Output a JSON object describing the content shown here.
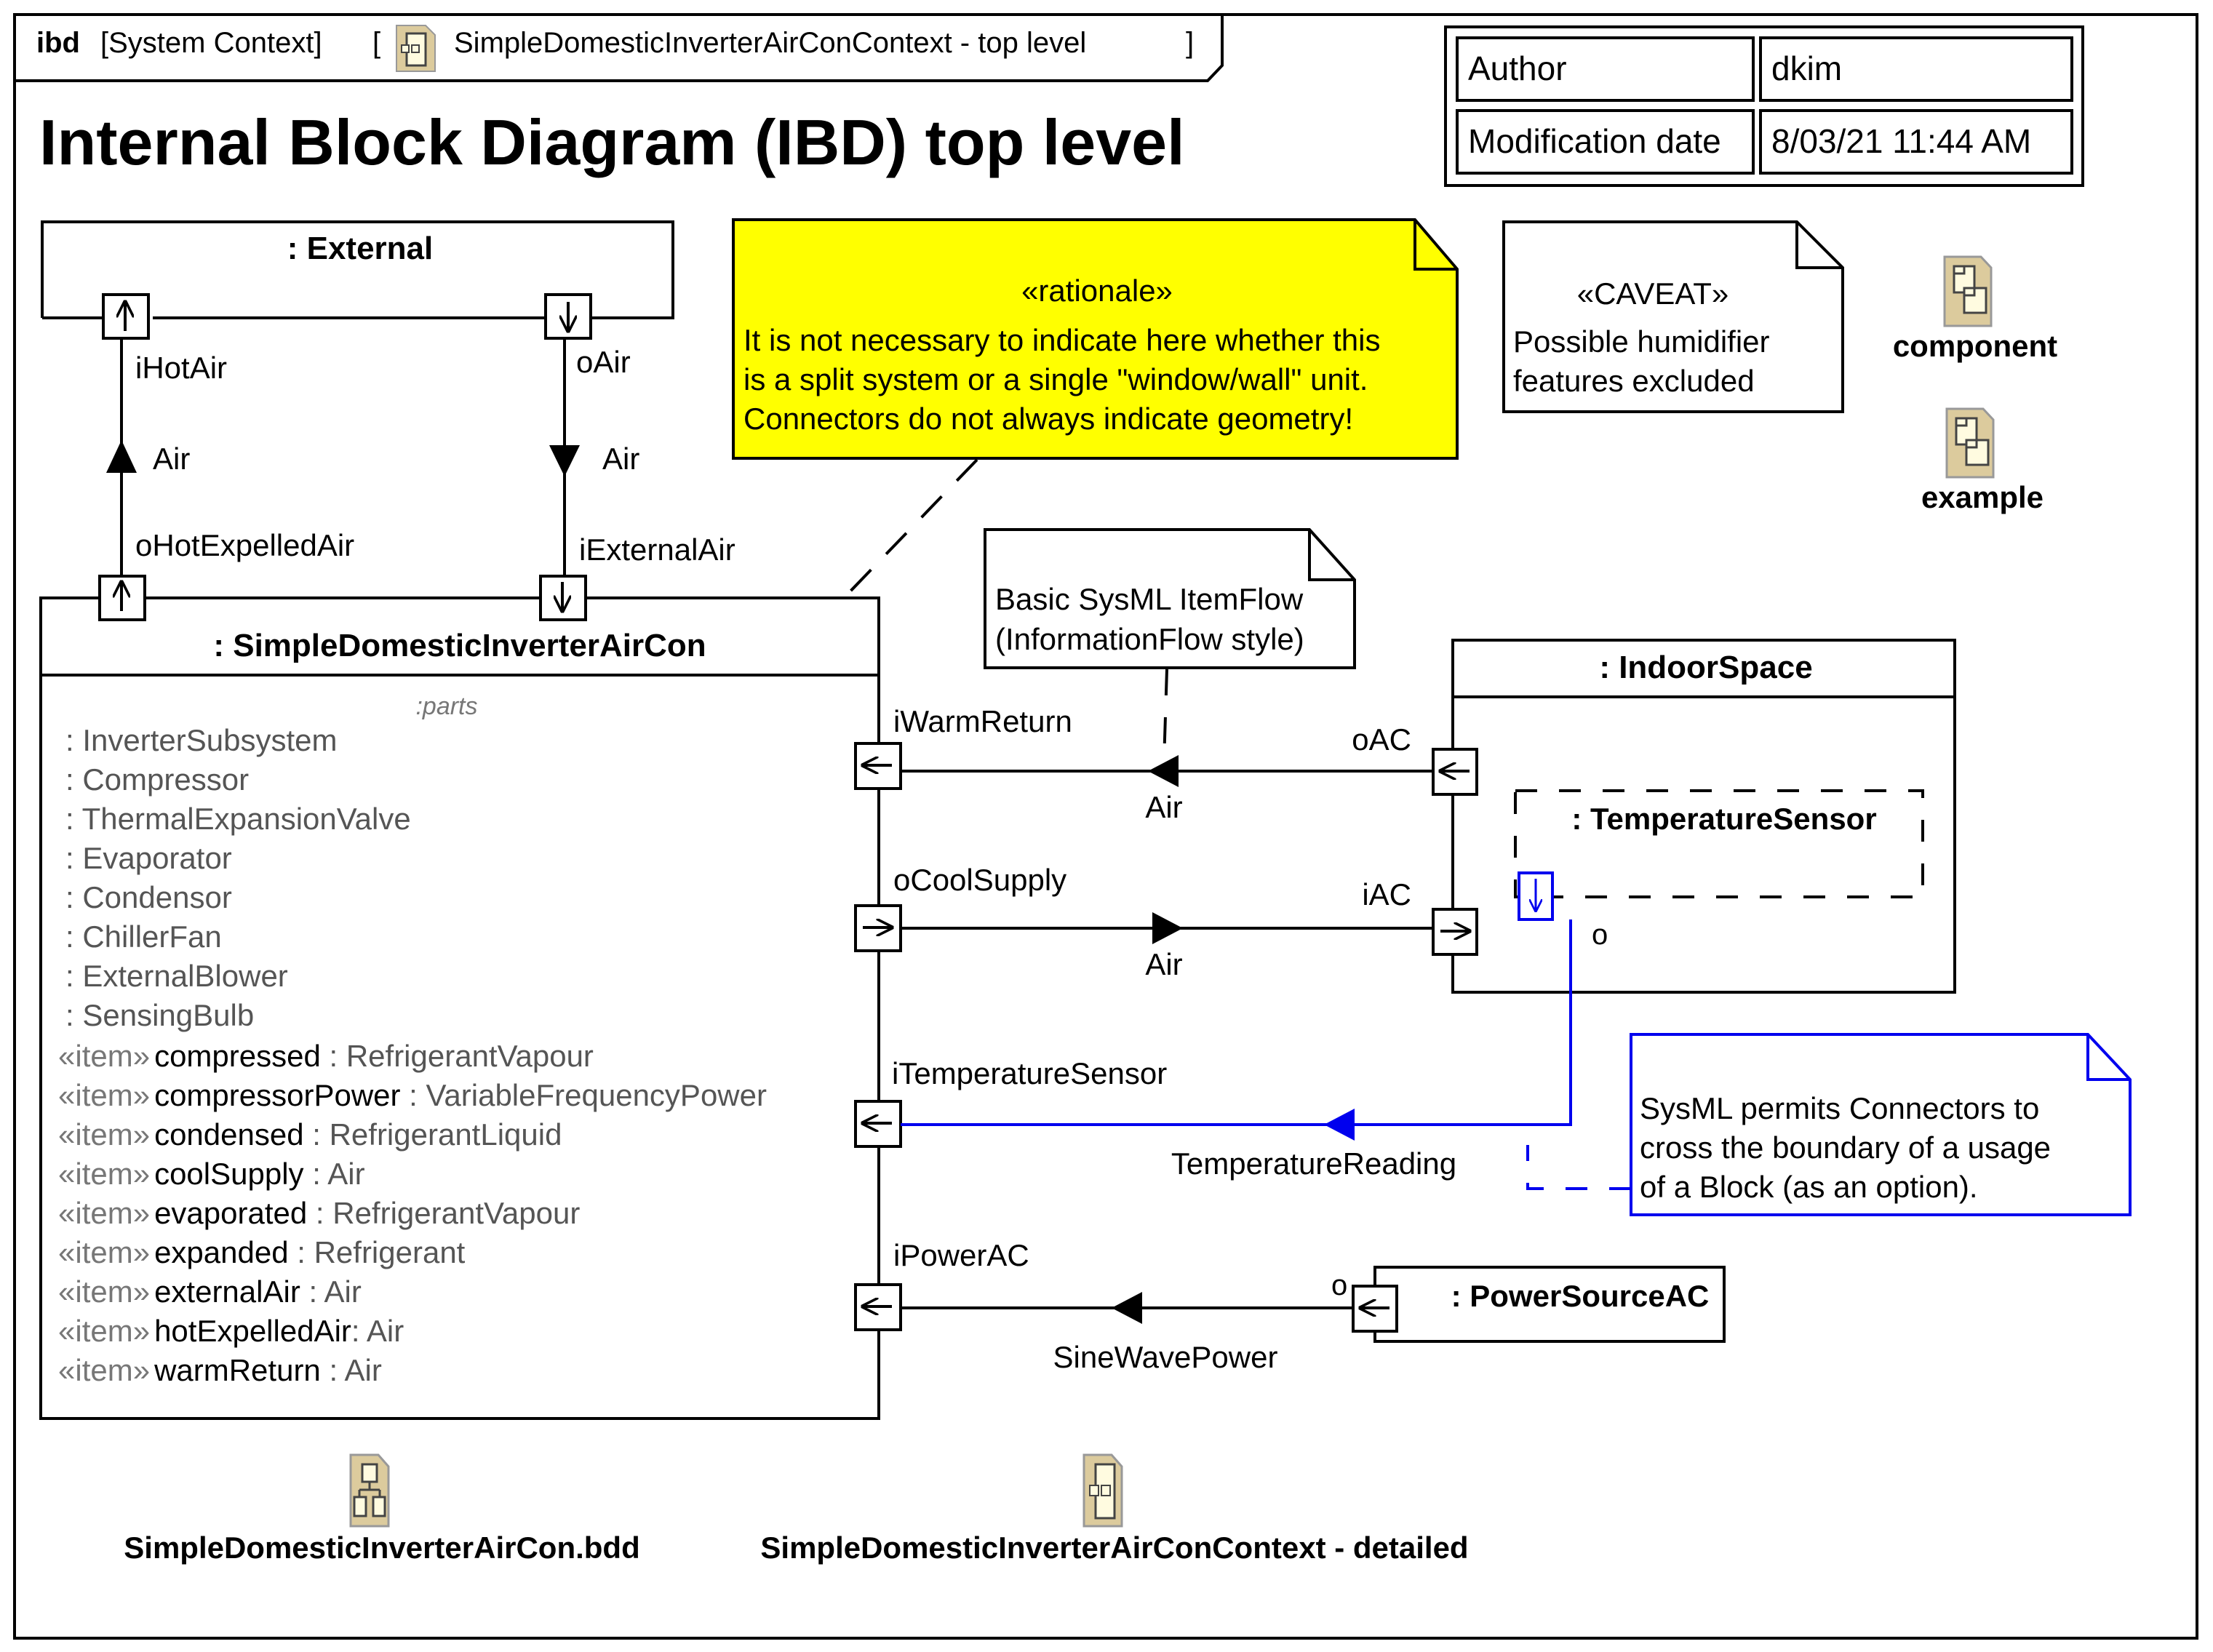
{
  "frame": {
    "kind": "ibd",
    "context": "[System Context]",
    "bracket_open": "[",
    "diagram_name": "SimpleDomesticInverterAirConContext - top level",
    "bracket_close": "]",
    "title": "Internal Block Diagram (IBD) top level"
  },
  "info_table": {
    "rows": [
      {
        "label": "Author",
        "value": "dkim"
      },
      {
        "label": "Modification date",
        "value": "8/03/21 11:44 AM"
      }
    ]
  },
  "external_block": {
    "name": ": External",
    "ports": [
      {
        "name": "iHotAir",
        "direction": "in"
      },
      {
        "name": "oAir",
        "direction": "out"
      }
    ]
  },
  "main_block": {
    "name": ": SimpleDomesticInverterAirCon",
    "compartment_label": ":parts",
    "parts": [
      ": InverterSubsystem",
      ": Compressor",
      ": ThermalExpansionValve",
      ": Evaporator",
      ": Condensor",
      ": ChillerFan",
      ": ExternalBlower",
      ": SensingBulb"
    ],
    "items": [
      {
        "stereo": "«item»",
        "name": "compressed",
        "type": " : RefrigerantVapour"
      },
      {
        "stereo": "«item»",
        "name": "compressorPower",
        "type": " : VariableFrequencyPower"
      },
      {
        "stereo": "«item»",
        "name": "condensed",
        "type": " : RefrigerantLiquid"
      },
      {
        "stereo": "«item»",
        "name": "coolSupply",
        "type": " : Air"
      },
      {
        "stereo": "«item»",
        "name": "evaporated",
        "type": " : RefrigerantVapour"
      },
      {
        "stereo": "«item»",
        "name": "expanded",
        "type": " : Refrigerant"
      },
      {
        "stereo": "«item»",
        "name": "externalAir",
        "type": " : Air"
      },
      {
        "stereo": "«item»",
        "name": "hotExpelledAir",
        "type": ": Air"
      },
      {
        "stereo": "«item»",
        "name": "warmReturn",
        "type": " : Air"
      }
    ],
    "ports": {
      "top_left": "oHotExpelledAir",
      "top_right": "iExternalAir",
      "right": [
        "iWarmReturn",
        "oCoolSupply",
        "iTemperatureSensor",
        "iPowerAC"
      ]
    }
  },
  "flows": {
    "hot_air": "Air",
    "external_air": "Air",
    "warm_return": "Air",
    "cool_supply": "Air",
    "temperature": "TemperatureReading",
    "power": "SineWavePower"
  },
  "indoor_space": {
    "name": ": IndoorSpace",
    "ports": [
      "oAC",
      "iAC"
    ],
    "sensor": {
      "name": ": TemperatureSensor",
      "port_label": "o"
    }
  },
  "power_source": {
    "name": ": PowerSourceAC",
    "port_label": "o"
  },
  "notes": {
    "rationale": {
      "stereo": "«rationale»",
      "lines": [
        "It is not necessary to indicate here whether this",
        "is a split system or a single \"window/wall\" unit.",
        "Connectors do not always indicate geometry!"
      ],
      "color": "#ffff00"
    },
    "caveat": {
      "stereo": "«CAVEAT»",
      "lines": [
        "Possible humidifier",
        "features excluded"
      ]
    },
    "itemflow": {
      "lines": [
        "Basic SysML ItemFlow",
        "(InformationFlow style)"
      ]
    },
    "boundary": {
      "lines": [
        "SysML permits Connectors to",
        "cross the boundary of a usage",
        "of a Block (as an option)."
      ],
      "color": "#0000ee"
    }
  },
  "package_links": [
    {
      "label": "component",
      "icon": "package-diagram-icon"
    },
    {
      "label": "example",
      "icon": "package-diagram-icon"
    }
  ],
  "diagram_links": [
    {
      "label": "SimpleDomesticInverterAirCon.bdd",
      "icon": "bdd-diagram-icon"
    },
    {
      "label": "SimpleDomesticInverterAirConContext - detailed",
      "icon": "ibd-diagram-icon"
    }
  ]
}
